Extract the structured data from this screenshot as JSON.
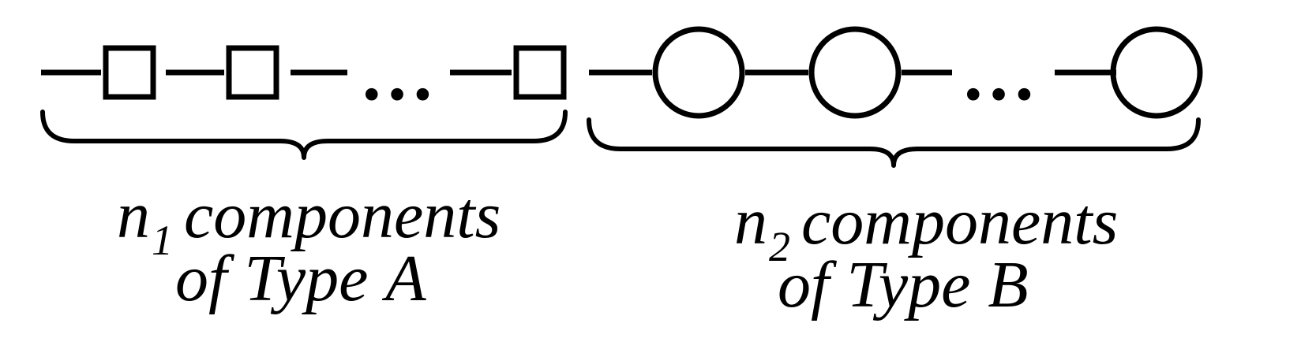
{
  "groups": [
    {
      "shape": "square",
      "ellipsis": "…",
      "count_var": "n",
      "count_sub": "1",
      "count_word": "components",
      "of_word": "of",
      "type_word": "Type",
      "type_letter": "A"
    },
    {
      "shape": "circle",
      "ellipsis": "…",
      "count_var": "n",
      "count_sub": "2",
      "count_word": "components",
      "of_word": "of",
      "type_word": "Type",
      "type_letter": "B"
    }
  ],
  "colors": {
    "stroke": "#000000",
    "background": "#ffffff"
  }
}
